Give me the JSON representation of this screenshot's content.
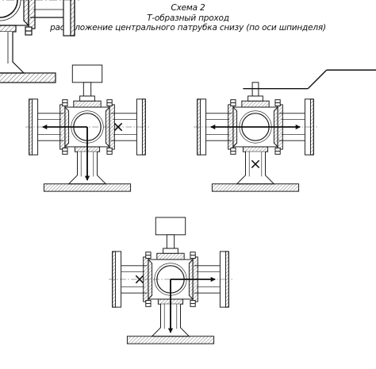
{
  "title": {
    "line1": "Схема 2",
    "line2": "Т-образный проход",
    "line3": "расположение центрального патрубка снизу (по оси шпинделя)"
  },
  "views": [
    {
      "id": "left",
      "drive": "gearbox",
      "flow": "left-and-down",
      "blocked_port": "right"
    },
    {
      "id": "right",
      "drive": "handle",
      "flow": "left-and-right",
      "blocked_port": "bottom"
    },
    {
      "id": "bottom",
      "drive": "gearbox",
      "flow": "right-and-down",
      "blocked_port": "left"
    }
  ],
  "colors": {
    "line": "#111111",
    "hatch": "#333333",
    "background": "#ffffff"
  }
}
